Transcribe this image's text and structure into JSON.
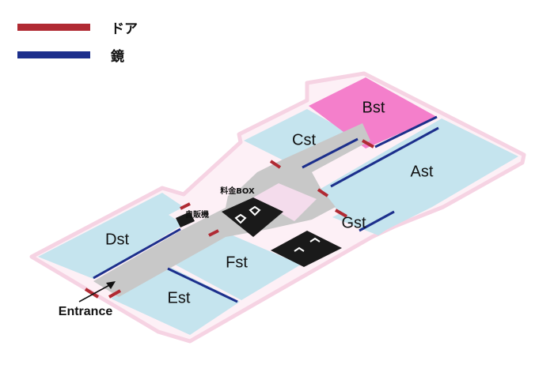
{
  "legend": {
    "door_label": "ドア",
    "mirror_label": "鏡",
    "door_color": "#b02a33",
    "mirror_color": "#1c2f8c"
  },
  "rooms": {
    "ast": "Ast",
    "bst": "Bst",
    "cst": "Cst",
    "dst": "Dst",
    "est": "Est",
    "fst": "Fst",
    "gst": "Gst"
  },
  "labels": {
    "ticket_box": "料金BOX",
    "vending": "自販機",
    "entrance": "Entrance"
  },
  "colors": {
    "room_fill": "#c5e4ee",
    "highlight_fill": "#f47fcb",
    "corridor": "#c8c8c8",
    "outline": "#f6d3e3",
    "counter": "#f4dcec",
    "fixtures": "#1a1a1a"
  }
}
